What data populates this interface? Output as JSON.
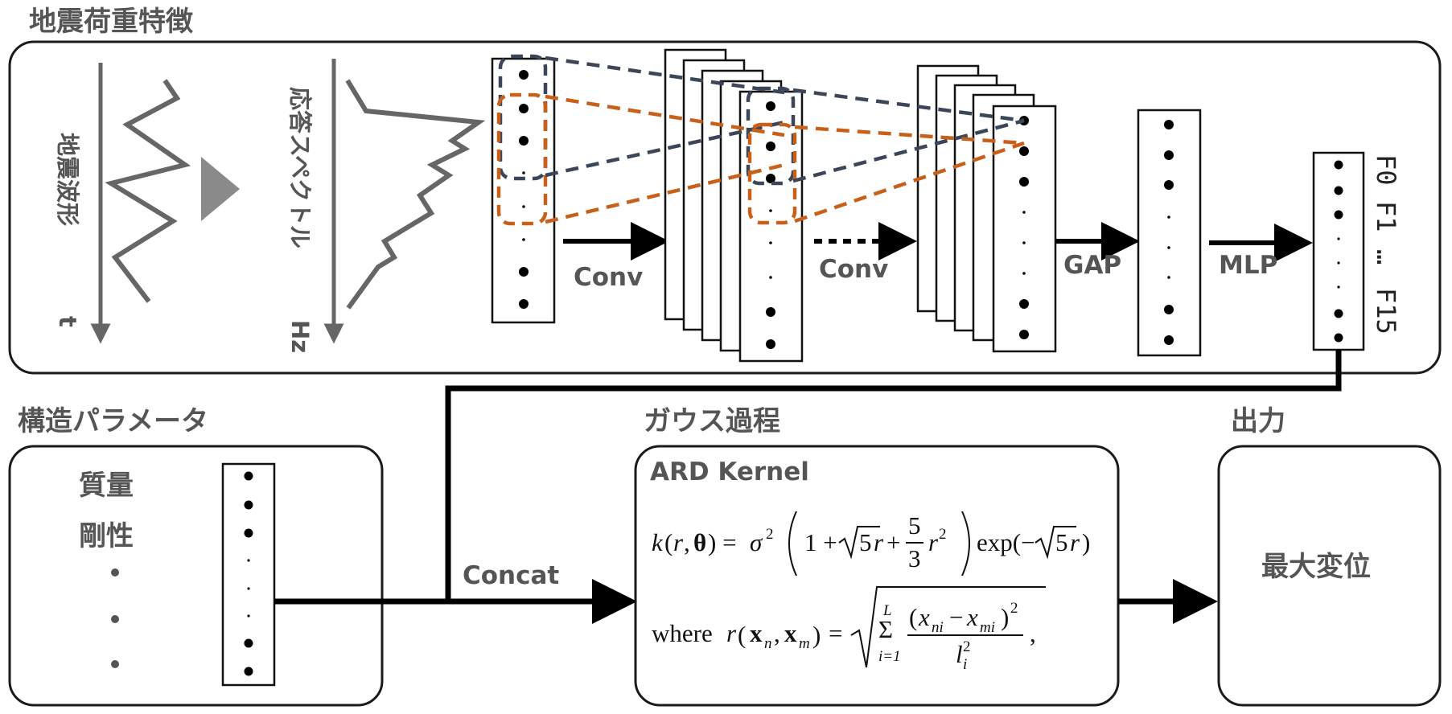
{
  "sections": {
    "seismic_features": "地震荷重特徴",
    "structure_params": "構造パラメータ",
    "gaussian_process": "ガウス過程",
    "output": "出力"
  },
  "seismic": {
    "waveform_label": "地震波形",
    "waveform_axis": "t",
    "spectrum_label": "応答スペクトル",
    "spectrum_axis": "Hz"
  },
  "network": {
    "conv1": "Conv",
    "conv2": "Conv",
    "gap": "GAP",
    "mlp": "MLP",
    "features": [
      "F0",
      "F1",
      "…",
      "F15"
    ]
  },
  "structure": {
    "mass": "質量",
    "stiffness": "剛性"
  },
  "concat_label": "Concat",
  "gp": {
    "kernel_title": "ARD Kernel",
    "where_label": "where"
  },
  "output_box": {
    "label": "最大変位"
  },
  "colors": {
    "dashed_navy": "#3b4658",
    "dashed_orange": "#c8601a",
    "label_gray": "#555555",
    "arrow": "#000000"
  }
}
